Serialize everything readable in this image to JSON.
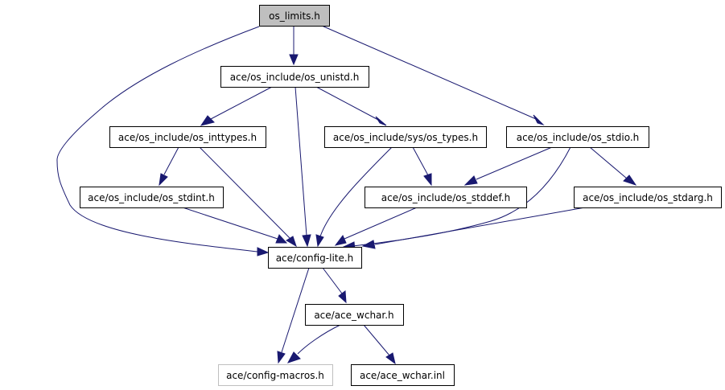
{
  "graph": {
    "title": "os_limits.h include dependency graph",
    "edge_color": "#191970",
    "root_fill": "#bfbfbf",
    "nodes": [
      {
        "id": "os_limits",
        "label": "os_limits.h",
        "kind": "root"
      },
      {
        "id": "os_unistd",
        "label": "ace/os_include/os_unistd.h",
        "kind": "normal"
      },
      {
        "id": "os_inttypes",
        "label": "ace/os_include/os_inttypes.h",
        "kind": "normal"
      },
      {
        "id": "os_types",
        "label": "ace/os_include/sys/os_types.h",
        "kind": "normal"
      },
      {
        "id": "os_stdio",
        "label": "ace/os_include/os_stdio.h",
        "kind": "normal"
      },
      {
        "id": "os_stdint",
        "label": "ace/os_include/os_stdint.h",
        "kind": "normal"
      },
      {
        "id": "os_stddef",
        "label": "ace/os_include/os_stddef.h",
        "kind": "normal"
      },
      {
        "id": "os_stdarg",
        "label": "ace/os_include/os_stdarg.h",
        "kind": "normal"
      },
      {
        "id": "config_lite",
        "label": "ace/config-lite.h",
        "kind": "normal"
      },
      {
        "id": "ace_wchar_h",
        "label": "ace/ace_wchar.h",
        "kind": "normal"
      },
      {
        "id": "config_macros",
        "label": "ace/config-macros.h",
        "kind": "external"
      },
      {
        "id": "ace_wchar_inl",
        "label": "ace/ace_wchar.inl",
        "kind": "normal"
      }
    ],
    "edges": [
      {
        "from": "os_limits",
        "to": "os_unistd"
      },
      {
        "from": "os_limits",
        "to": "config_lite"
      },
      {
        "from": "os_limits",
        "to": "os_stdio"
      },
      {
        "from": "os_unistd",
        "to": "os_inttypes"
      },
      {
        "from": "os_unistd",
        "to": "config_lite"
      },
      {
        "from": "os_unistd",
        "to": "os_types"
      },
      {
        "from": "os_inttypes",
        "to": "os_stdint"
      },
      {
        "from": "os_inttypes",
        "to": "config_lite"
      },
      {
        "from": "os_types",
        "to": "config_lite"
      },
      {
        "from": "os_types",
        "to": "os_stddef"
      },
      {
        "from": "os_stdio",
        "to": "os_stddef"
      },
      {
        "from": "os_stdio",
        "to": "config_lite"
      },
      {
        "from": "os_stdio",
        "to": "os_stdarg"
      },
      {
        "from": "os_stdint",
        "to": "config_lite"
      },
      {
        "from": "os_stddef",
        "to": "config_lite"
      },
      {
        "from": "os_stdarg",
        "to": "config_lite"
      },
      {
        "from": "config_lite",
        "to": "config_macros"
      },
      {
        "from": "config_lite",
        "to": "ace_wchar_h"
      },
      {
        "from": "ace_wchar_h",
        "to": "config_macros"
      },
      {
        "from": "ace_wchar_h",
        "to": "ace_wchar_inl"
      }
    ]
  }
}
